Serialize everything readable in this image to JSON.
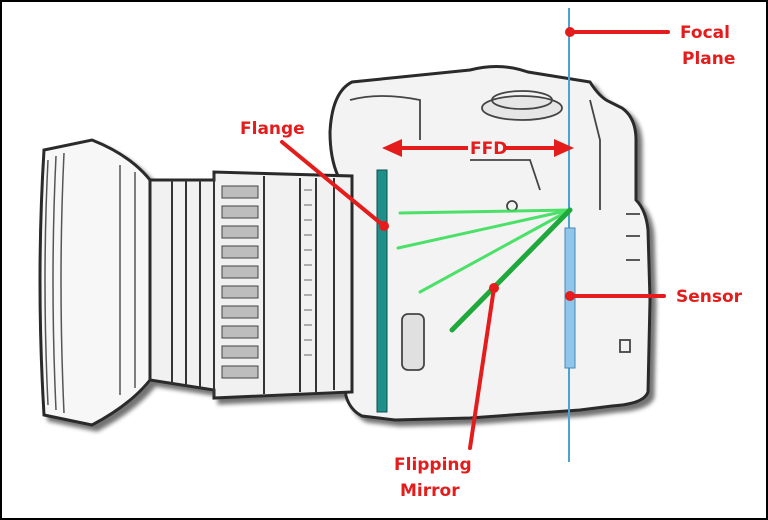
{
  "labels": {
    "focal_plane_line1": "Focal",
    "focal_plane_line2": "Plane",
    "flange": "Flange",
    "ffd": "FFD",
    "sensor": "Sensor",
    "flipping_mirror_line1": "Flipping",
    "flipping_mirror_line2": "Mirror"
  },
  "colors": {
    "annotation_red": "#e41c1c",
    "flange_teal": "#1f8f8a",
    "sensor_blue": "#8fc6ea",
    "focal_plane_blue": "#4aa3d6",
    "light_ray_green": "#39e05a",
    "sketch_outline": "#2a2a2a"
  }
}
